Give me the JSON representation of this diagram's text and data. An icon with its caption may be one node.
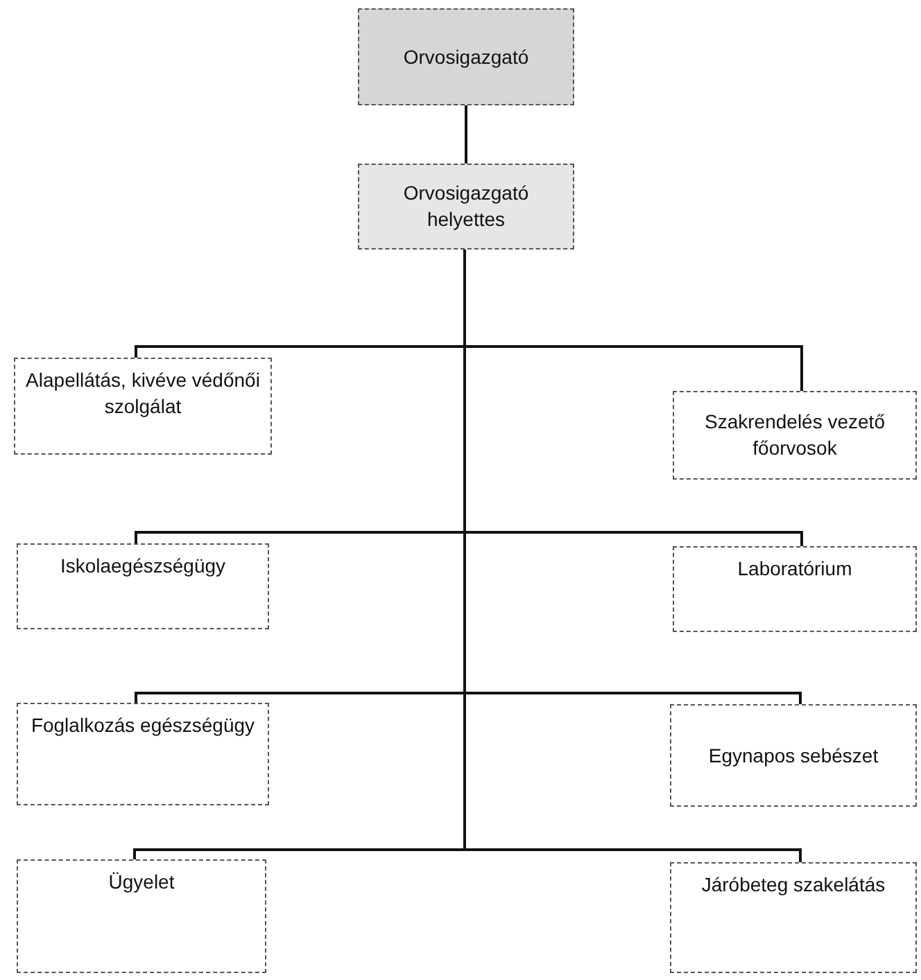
{
  "diagram": {
    "nodes": [
      {
        "text": [
          "Orvosigazgató"
        ]
      },
      {
        "text": [
          "Orvosigazgató helyettes"
        ]
      },
      {
        "text": [
          "Alapellátás, kivéve védőnői szolgálat"
        ]
      },
      {
        "text": [
          "Szakrendelés vezető főorvosok"
        ]
      },
      {
        "text": [
          "Iskolaegészségügy"
        ]
      },
      {
        "text": [
          "Laboratórium"
        ]
      },
      {
        "text": [
          "Foglalkozás egészségügy"
        ]
      },
      {
        "text": [
          "Egynapos sebészet"
        ]
      },
      {
        "text": [
          "Ügyelet"
        ]
      },
      {
        "text": [
          "Járóbeteg szakelátás"
        ]
      }
    ],
    "edges": [
      {
        "from": 0,
        "to": 1,
        "arrow": "none"
      },
      {
        "from": 1,
        "to": 2,
        "arrow": "none"
      },
      {
        "from": 1,
        "to": 3,
        "arrow": "none"
      },
      {
        "from": 1,
        "to": 4,
        "arrow": "none"
      },
      {
        "from": 1,
        "to": 5,
        "arrow": "none"
      },
      {
        "from": 1,
        "to": 6,
        "arrow": "none"
      },
      {
        "from": 1,
        "to": 7,
        "arrow": "none"
      },
      {
        "from": 1,
        "to": 8,
        "arrow": "none"
      },
      {
        "from": 1,
        "to": 9,
        "arrow": "none"
      }
    ]
  }
}
